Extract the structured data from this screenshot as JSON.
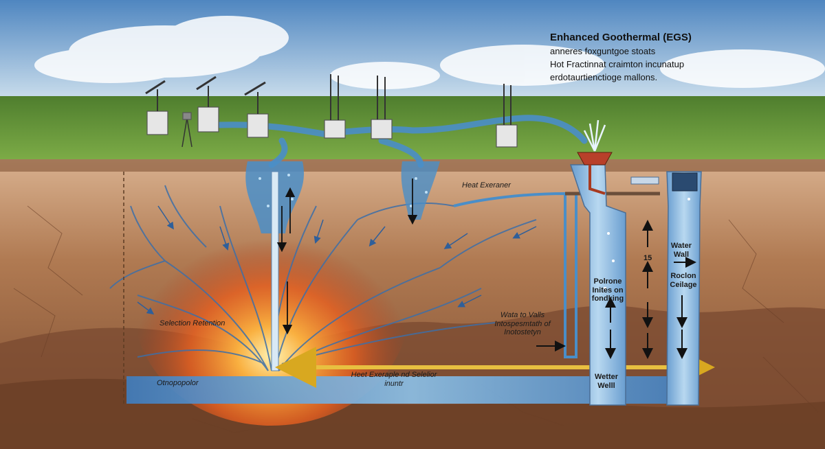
{
  "title": {
    "line1": "Enhanced Goothermal (EGS)",
    "line2": "anneres foxguntgoe stoats",
    "line3": "Hot Fractinnat craimton incunatup",
    "line4": "erdotaurtienctioge mallons."
  },
  "labels": {
    "heat_exchanger_top": "Heat Exeraner",
    "number_15": "15",
    "water_well_right": "Water Wall",
    "polrone": "Polrone Inites on fondking",
    "reclon": "Roclon Ceilage",
    "water_to_wells": "Wata to Valls Intospesmtath of Inotostetyn",
    "selection_retention": "Selection Retention",
    "otnopopolor": "Otnopopolor",
    "heat_exchange_bottom": "Heet Exeraple nd Selelior inuntr",
    "water_well_bottom": "Wetter Welll"
  },
  "colors": {
    "sky": "#8fb8d8",
    "grass": "#6a9a3c",
    "soil_light": "#c49470",
    "soil_dark": "#8c5a3a",
    "water": "#4a8ec8",
    "hot_zone": "#f07020",
    "pipe_yellow": "#e8c040"
  }
}
